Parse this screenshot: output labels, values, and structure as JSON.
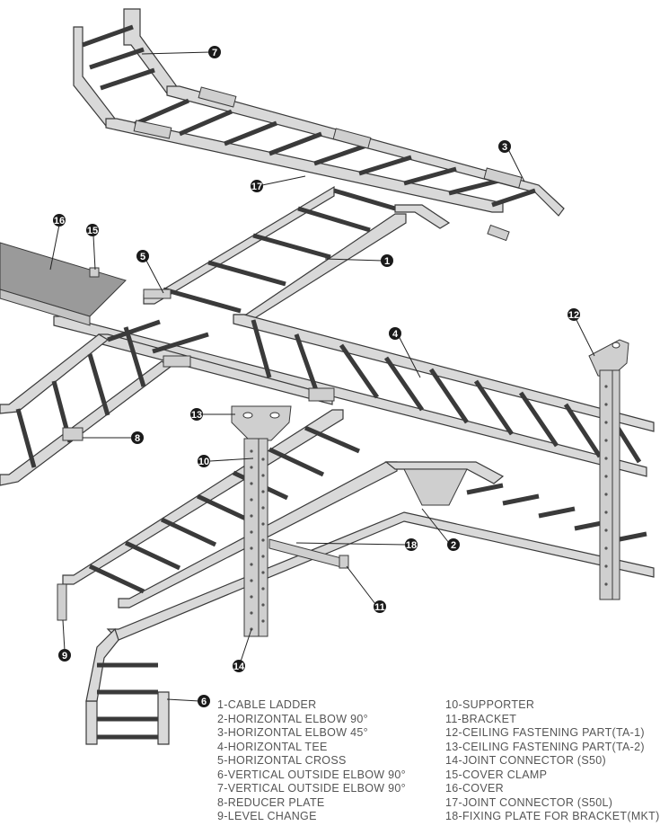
{
  "legend": {
    "left": [
      "1-CABLE LADDER",
      "2-HORIZONTAL ELBOW 90°",
      "3-HORIZONTAL ELBOW 45°",
      "4-HORIZONTAL TEE",
      "5-HORIZONTAL CROSS",
      "6-VERTICAL OUTSIDE ELBOW 90°",
      "7-VERTICAL OUTSIDE ELBOW 90°",
      "8-REDUCER PLATE",
      "9-LEVEL CHANGE"
    ],
    "right": [
      "10-SUPPORTER",
      "11-BRACKET",
      "12-CEILING FASTENING PART(TA-1)",
      "13-CEILING FASTENING PART(TA-2)",
      "14-JOINT CONNECTOR (S50)",
      "15-COVER CLAMP",
      "16-COVER",
      "17-JOINT CONNECTOR (S50L)",
      "18-FIXING PLATE FOR BRACKET(MKT)"
    ]
  },
  "callouts": [
    "1",
    "2",
    "3",
    "4",
    "5",
    "6",
    "7",
    "8",
    "9",
    "10",
    "11",
    "12",
    "13",
    "14",
    "15",
    "16",
    "17",
    "18"
  ]
}
